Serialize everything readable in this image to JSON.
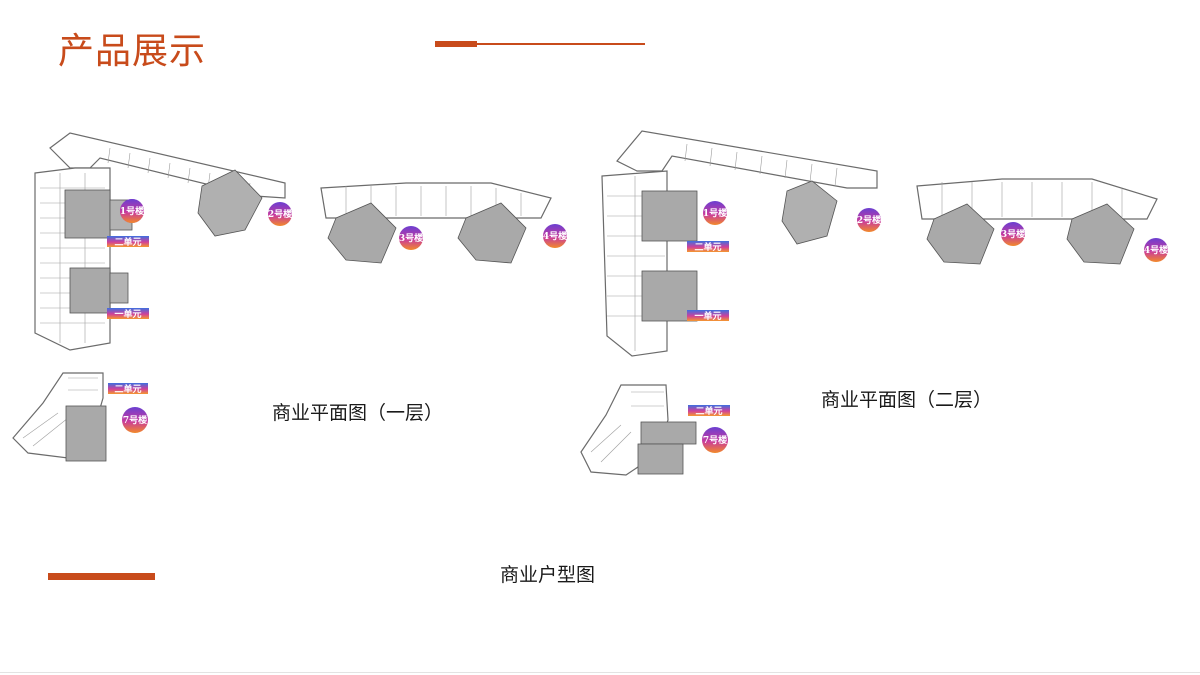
{
  "slide": {
    "title": "产品展示",
    "accent_color": "#c84b1b",
    "captions": {
      "floor1": "商业平面图（一层）",
      "floor2": "商业平面图（二层）",
      "unit_types": "商业户型图"
    }
  },
  "floorplans": {
    "floor1_left": {
      "badges": [
        "1号楼",
        "2号楼"
      ],
      "units": [
        "二单元",
        "一单元"
      ]
    },
    "floor1_mid": {
      "badges": [
        "3号楼",
        "4号楼"
      ]
    },
    "floor1_bottom": {
      "badges": [
        "7号楼"
      ],
      "units": [
        "二单元"
      ]
    },
    "floor2_left": {
      "badges": [
        "1号楼",
        "2号楼"
      ],
      "units": [
        "二单元",
        "一单元"
      ]
    },
    "floor2_mid": {
      "badges": [
        "3号楼",
        "4号楼"
      ]
    },
    "floor2_bottom": {
      "badges": [
        "7号楼"
      ],
      "units": [
        "二单元"
      ]
    }
  }
}
